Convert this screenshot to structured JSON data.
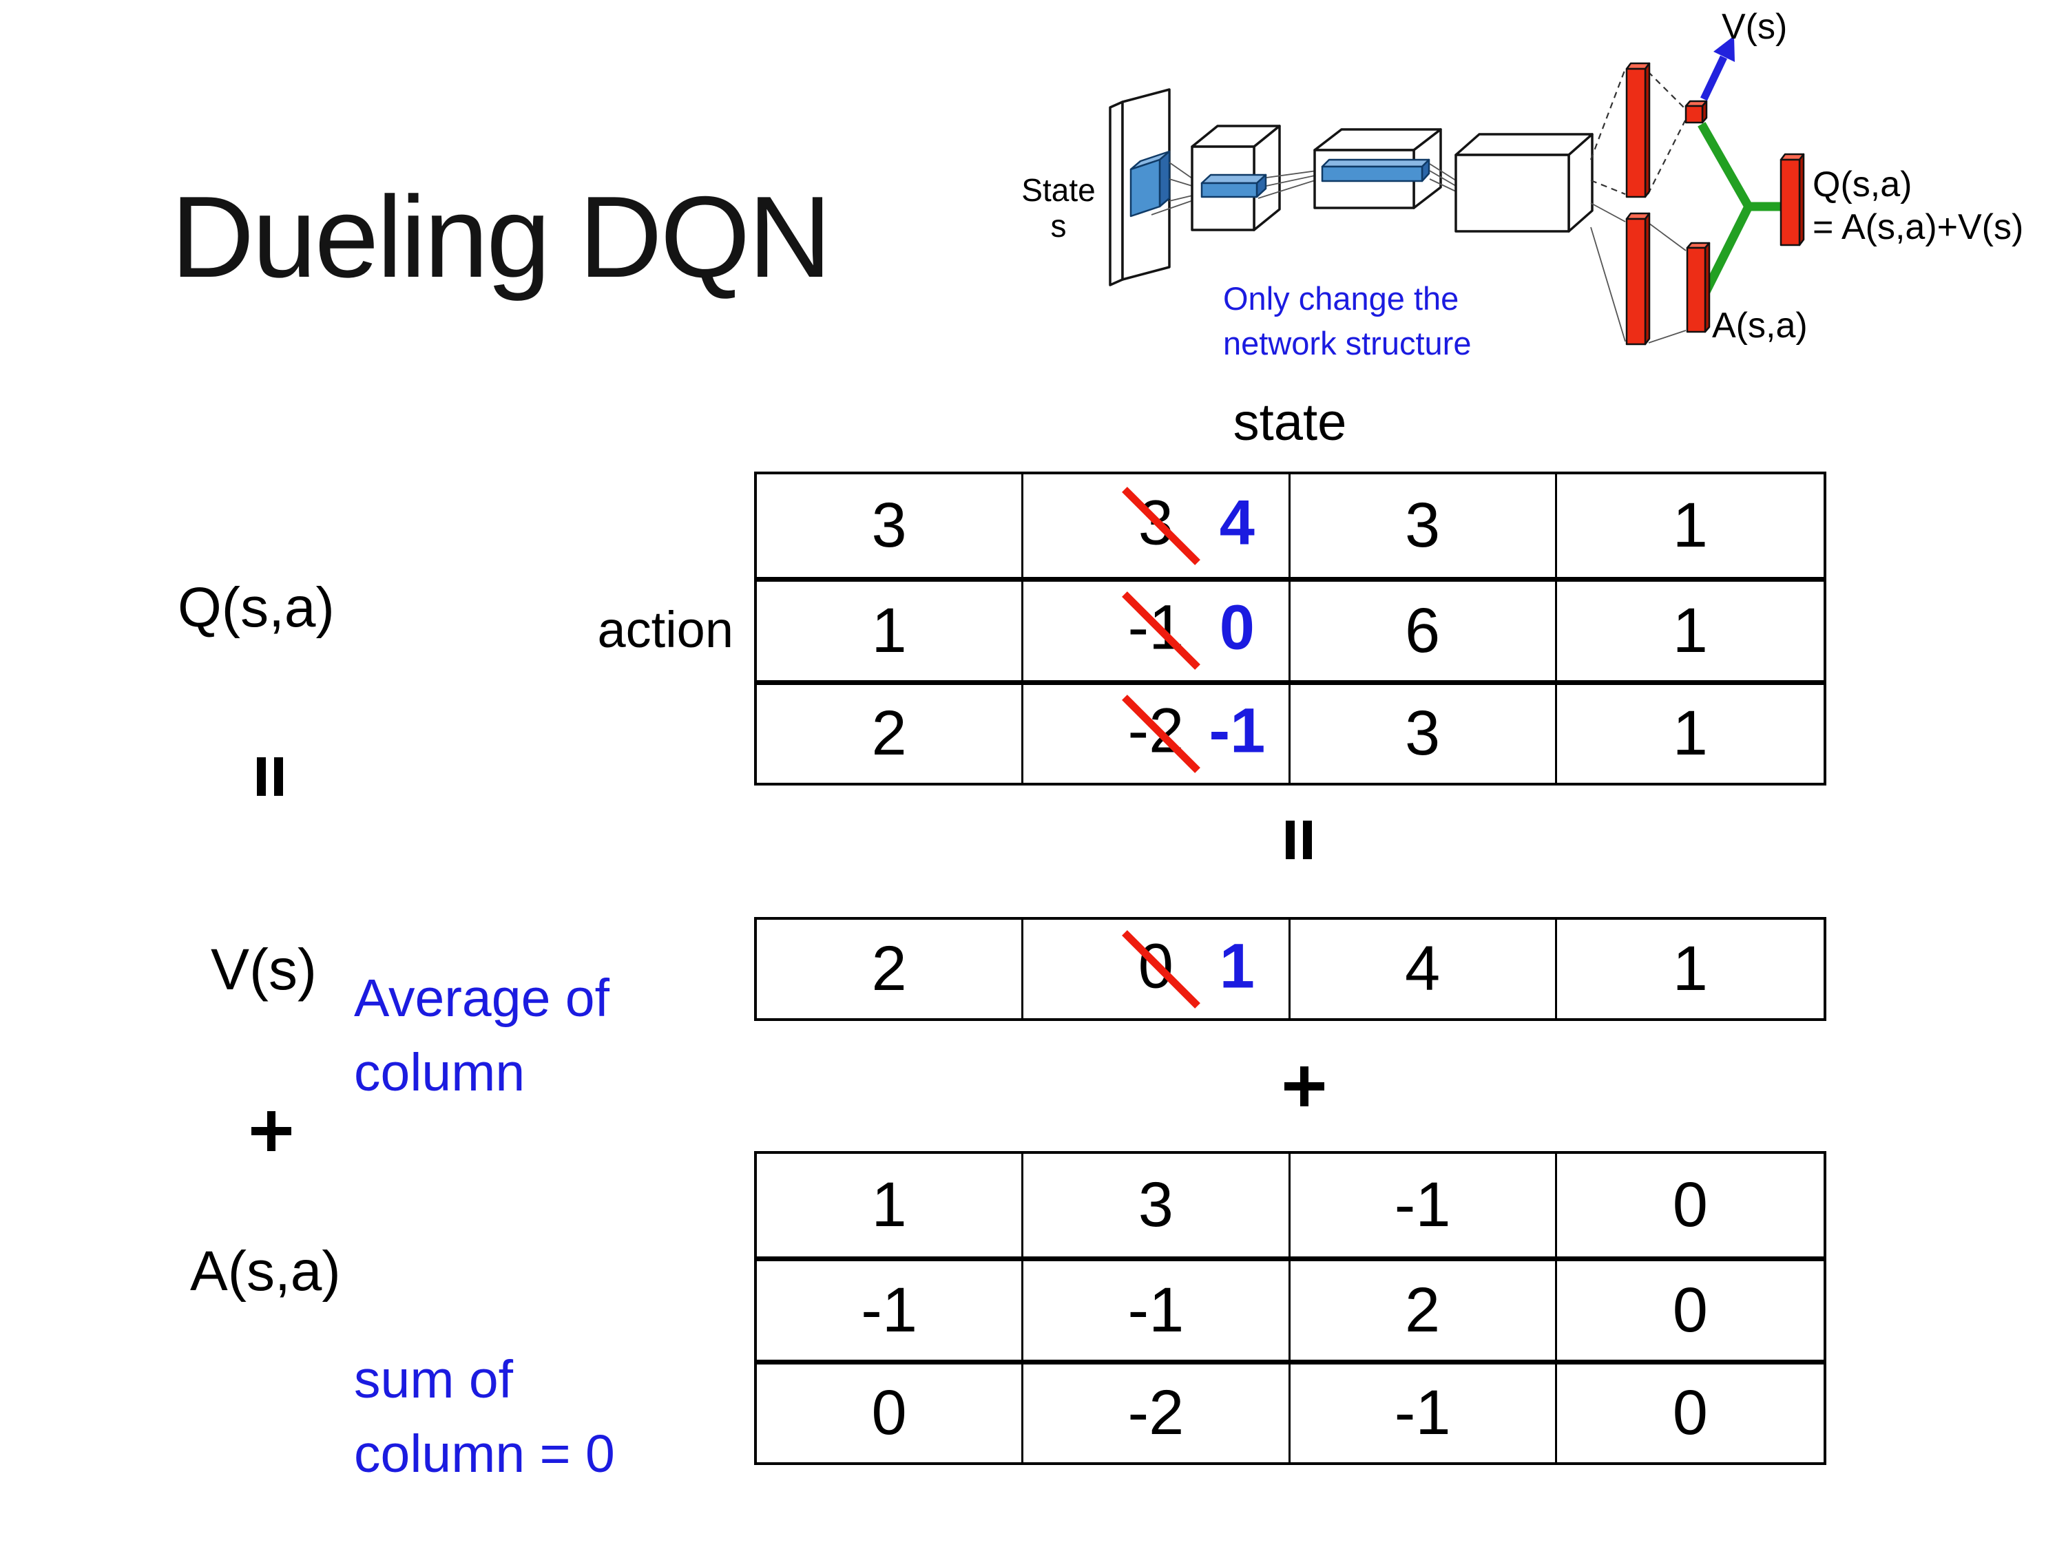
{
  "slide": {
    "title": "Dueling DQN"
  },
  "colors": {
    "accent-blue": "#1b1be0",
    "strike-red": "#ee1c0e",
    "bar-red": "#ed2d16",
    "bar-red-top": "#ff6a52",
    "bar-red-side": "#a91500",
    "net-green": "#22a022",
    "box-blue": "#4b92d0",
    "box-blue-top": "#8ab8e4",
    "box-blue-side": "#2b66a8"
  },
  "diagram": {
    "state_line1": "State",
    "state_line2": "s",
    "note_line1": "Only change the",
    "note_line2": "network structure",
    "v_out_label": "V(s)",
    "q_out_line1": "Q(s,a)",
    "q_out_line2": "= A(s,a)+V(s)",
    "a_out_label": "A(s,a)"
  },
  "labels": {
    "state_axis": "state",
    "action_axis": "action",
    "q_matrix": "Q(s,a)",
    "v_vector": "V(s)",
    "a_matrix": "A(s,a)",
    "avg_note": "Average of\ncolumn",
    "sum_note": "sum of\ncolumn = 0"
  },
  "symbols": {
    "equals": "=",
    "plus": "+"
  },
  "tables": {
    "q": {
      "rows": [
        {
          "c0": "3",
          "old": "3",
          "new": "4",
          "c2": "3",
          "c3": "1"
        },
        {
          "c0": "1",
          "old": "-1",
          "new": "0",
          "c2": "6",
          "c3": "1"
        },
        {
          "c0": "2",
          "old": "-2",
          "new": "-1",
          "c2": "3",
          "c3": "1"
        }
      ]
    },
    "v": {
      "c0": "2",
      "old": "0",
      "new": "1",
      "c2": "4",
      "c3": "1"
    },
    "a": {
      "rows": [
        [
          "1",
          "3",
          "-1",
          "0"
        ],
        [
          "-1",
          "-1",
          "2",
          "0"
        ],
        [
          "0",
          "-2",
          "-1",
          "0"
        ]
      ]
    }
  }
}
